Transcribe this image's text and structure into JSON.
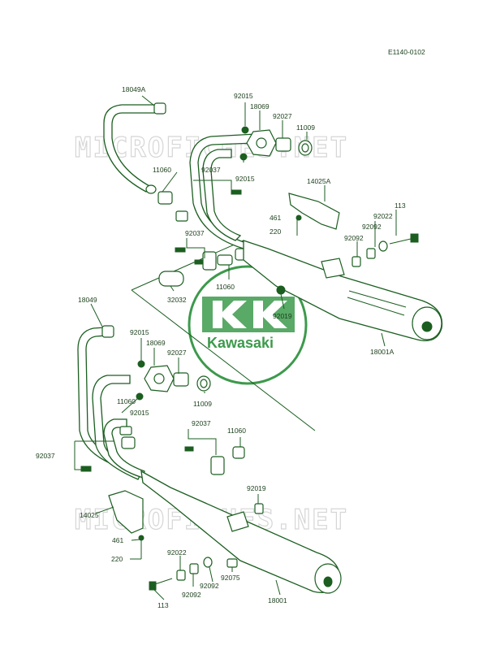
{
  "diagram_code": "E1140-0102",
  "watermark_text": "MICROFICHES.NET",
  "brand_logo": "Kawasaki",
  "colors": {
    "line": "#1b5e20",
    "label": "#1b3f1b",
    "logo": "#3c9a4c",
    "watermark": "#d6d6d6"
  },
  "labels": {
    "upper": [
      "18049A",
      "92015",
      "18069",
      "92027",
      "11009",
      "11060",
      "92037",
      "92015",
      "14025A",
      "113",
      "92022",
      "461",
      "92092",
      "220",
      "92092",
      "92037",
      "11060",
      "32032",
      "92019",
      "18001A"
    ],
    "lower": [
      "18049",
      "92015",
      "18069",
      "92027",
      "11009",
      "11060",
      "92015",
      "92037",
      "11060",
      "92037",
      "14025",
      "92019",
      "461",
      "220",
      "92022",
      "92092",
      "92075",
      "18001",
      "113",
      "92092"
    ]
  }
}
